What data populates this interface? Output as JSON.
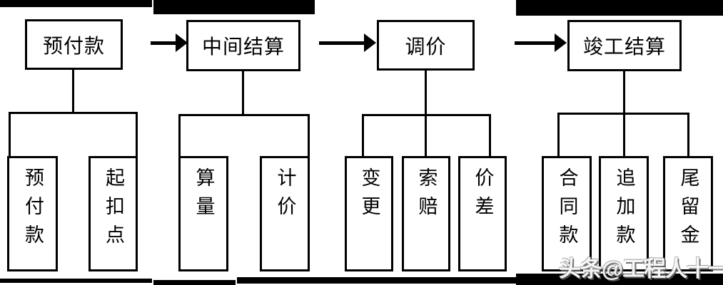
{
  "diagram": {
    "type": "flowchart",
    "flow_stages": [
      {
        "title": "预付款",
        "children": [
          "预付款",
          "起扣点"
        ]
      },
      {
        "title": "中间结算",
        "children": [
          "算量",
          "计价"
        ]
      },
      {
        "title": "调价",
        "children": [
          "变更",
          "索赔",
          "价差"
        ]
      },
      {
        "title": "竣工结算",
        "children": [
          "合同款",
          "追加款",
          "尾留金"
        ]
      }
    ]
  },
  "watermark": "头条@工程人十一",
  "colors": {
    "line": "#000000",
    "background": "#ffffff"
  }
}
